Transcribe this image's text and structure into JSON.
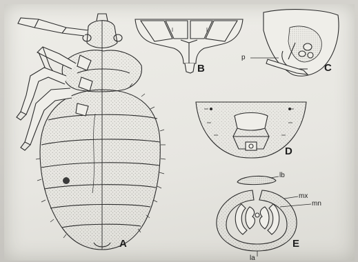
{
  "figure": {
    "panels": {
      "A": "A",
      "B": "B",
      "C": "C",
      "D": "D",
      "E": "E"
    },
    "parts": {
      "p": "p",
      "lb": "lb",
      "mx": "mx",
      "mn": "mn",
      "la": "la"
    }
  },
  "colors": {
    "ink": "#2a2a2a",
    "paper": "#eae9e4",
    "stipple": "#6b6b66"
  }
}
